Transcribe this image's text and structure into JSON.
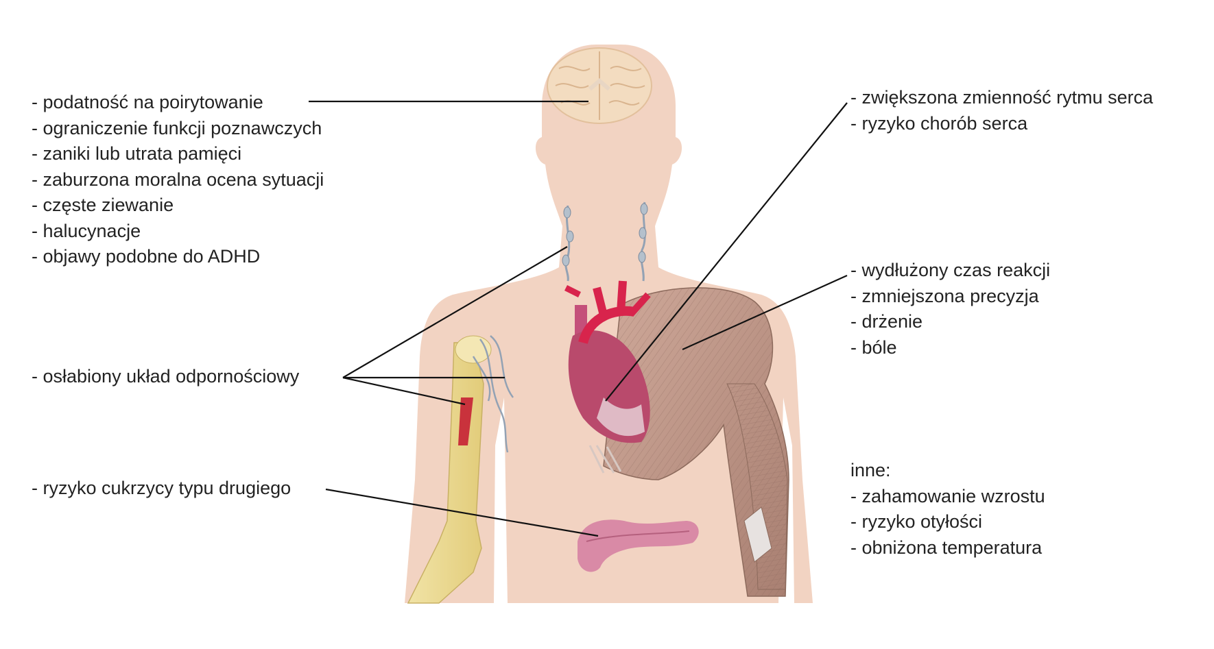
{
  "brain_effects": [
    "- podatność na poirytowanie",
    "- ograniczenie funkcji poznawczych",
    "- zaniki lub utrata pamięci",
    "- zaburzona moralna ocena sytuacji",
    "- częste ziewanie",
    "- halucynacje",
    "- objawy podobne do ADHD"
  ],
  "immune_effects": [
    "- osłabiony układ odpornościowy"
  ],
  "pancreas_effects": [
    "- ryzyko cukrzycy typu drugiego"
  ],
  "heart_effects": [
    "- zwiększona zmienność rytmu serca",
    "- ryzyko chorób serca"
  ],
  "muscle_effects": [
    "- wydłużony czas reakcji",
    "- zmniejszona precyzja",
    "- drżenie",
    "- bóle"
  ],
  "other_effects": {
    "heading": "inne:",
    "items": [
      "- zahamowanie wzrostu",
      "- ryzyko otyłości",
      "- obniżona temperatura"
    ]
  },
  "colors": {
    "skin": "#f2d3c2",
    "brain": "#f3dcc0",
    "bone": "#ecd98f",
    "marrow": "#c9323c",
    "heart": "#b94a6c",
    "artery": "#d8244c",
    "muscle": "#b89487",
    "lymph": "#9aa8b8",
    "pancreas": "#d98aa6",
    "line": "#111111"
  }
}
